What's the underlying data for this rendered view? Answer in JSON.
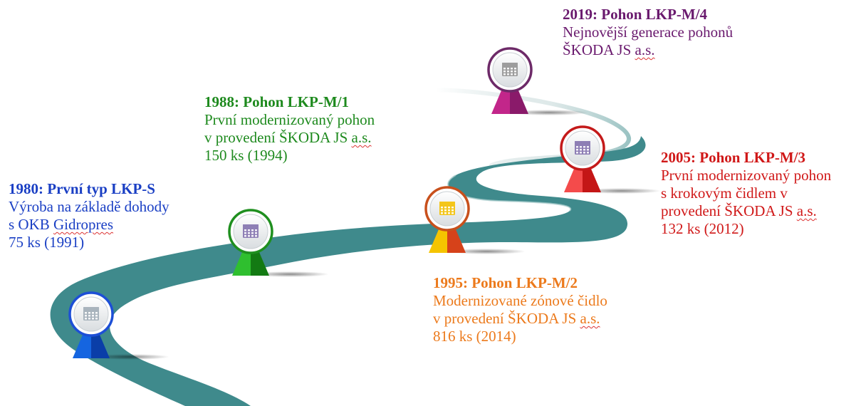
{
  "milestones": [
    {
      "id": "1980",
      "title": "1980: První typ LKP-S",
      "lines": [
        "Výroba na základě dohody",
        "s OKB Gidropres",
        "75 ks (1991)"
      ],
      "color": "#1a3fc4",
      "pin_color": "#1565e0",
      "pin_dark": "#0a3ea8",
      "ring_color": "#1d4fd6",
      "icon_color": "#a9b4bd"
    },
    {
      "id": "1988",
      "title": "1988: Pohon LKP-M/1",
      "lines": [
        "První modernizovaný pohon",
        "v provedení ŠKODA JS a.s.",
        "150 ks (1994)"
      ],
      "color": "#1e8a1e",
      "pin_color": "#2fbf2f",
      "pin_dark": "#137a13",
      "ring_color": "#1f8f1f",
      "icon_color": "#8e7fb5"
    },
    {
      "id": "1995",
      "title": "1995: Pohon LKP-M/2",
      "lines": [
        "Modernizované zónové čidlo",
        "v provedení ŠKODA JS a.s.",
        "816 ks (2014)"
      ],
      "color": "#ec7a1c",
      "pin_color": "#f5c400",
      "pin_dark": "#d6421a",
      "ring_color": "#c8501c",
      "icon_color": "#f3c51a"
    },
    {
      "id": "2005",
      "title": "2005: Pohon LKP-M/3",
      "lines": [
        "První modernizovaný pohon",
        "s krokovým čidlem v",
        "provedení ŠKODA JS a.s.",
        "132 ks (2012)"
      ],
      "color": "#d01818",
      "pin_color": "#f44b4b",
      "pin_dark": "#c41616",
      "ring_color": "#c41a1a",
      "icon_color": "#8e7fb5"
    },
    {
      "id": "2019",
      "title": "2019: Pohon LKP-M/4",
      "lines": [
        "Nejnovější generace pohonů",
        "ŠKODA JS a.s."
      ],
      "color": "#6a1a6e",
      "pin_color": "#c2268a",
      "pin_dark": "#8a1a6a",
      "ring_color": "#6d2a68",
      "icon_color": "#9d9d9d"
    }
  ],
  "road_color": "#3f8a8c",
  "icons": {
    "pin_icon": "calendar-icon"
  }
}
